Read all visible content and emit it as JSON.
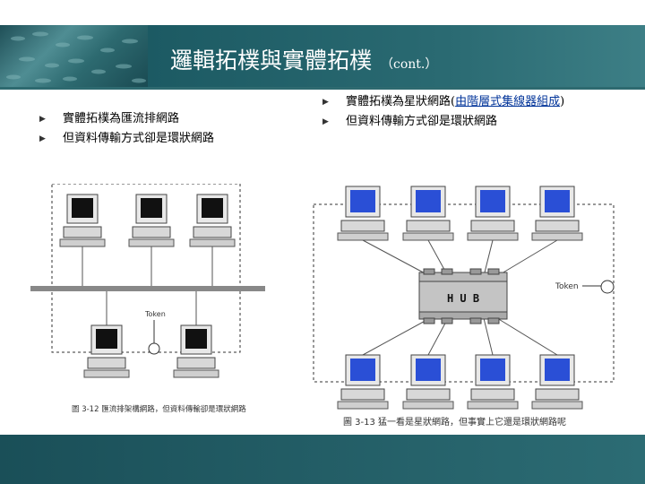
{
  "slide": {
    "title": "邏輯拓樸與實體拓樸",
    "title_suffix": "（cont.）",
    "left_bullets": [
      "實體拓樸為匯流排網路",
      "但資料傳輸方式卻是環狀網路"
    ],
    "right_bullets": {
      "item1_prefix": "實體拓樸為星狀網路(",
      "item1_link": "由階層式集線器組成",
      "item1_suffix": ")",
      "item2": "但資料傳輸方式卻是環狀網路"
    }
  },
  "figure_left": {
    "token_label": "Token",
    "caption": "圖 3-12  匯流排架構網路，但資料傳輸卻是環狀網路"
  },
  "figure_right": {
    "hub_label": "H U B",
    "token_label": "Token",
    "caption": "圖 3-13   猛一看是星狀網路，但事實上它還是環狀網路呢"
  },
  "colors": {
    "banner": "#2a6a72",
    "screen_blue": "#2a4fd6",
    "link": "#003399"
  }
}
